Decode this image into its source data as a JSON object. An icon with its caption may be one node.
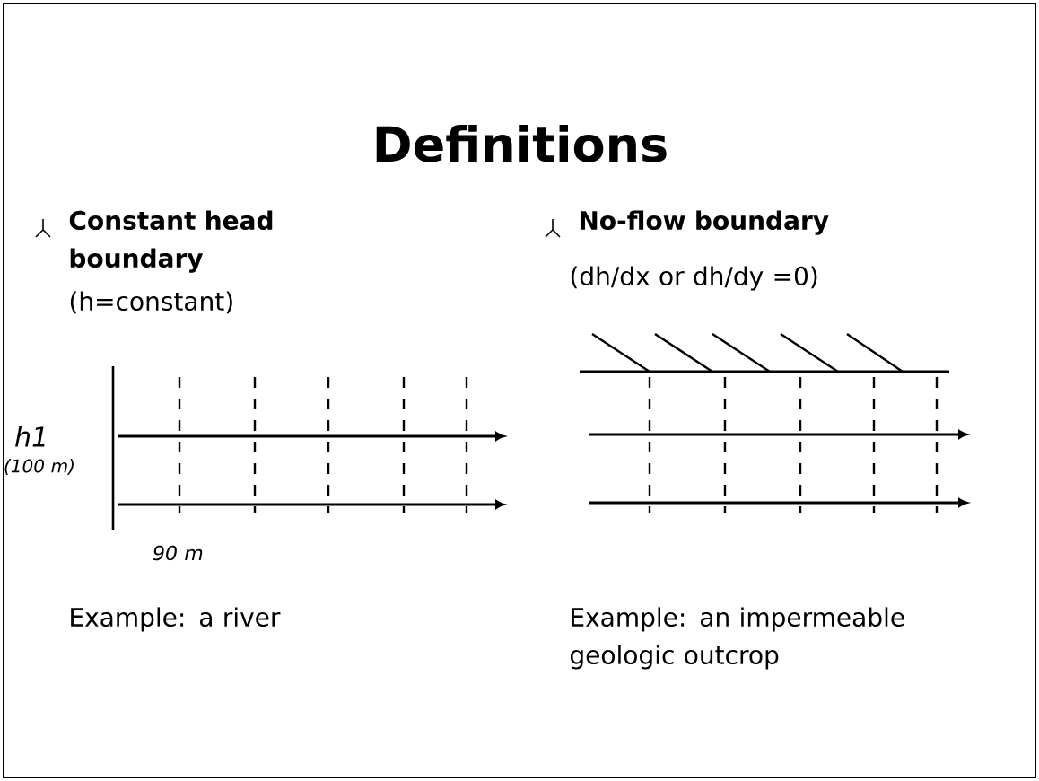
{
  "diagram": {
    "title": "Definitions",
    "labels": [
      "Constant head boundary",
      "No-flow boundary",
      "(h=constant)",
      "(dh/dx or dh/dy =0)",
      "h1",
      "(100 m)",
      "90 m",
      "Example: a river",
      "Example: an impermeable geologic outcrop"
    ]
  }
}
